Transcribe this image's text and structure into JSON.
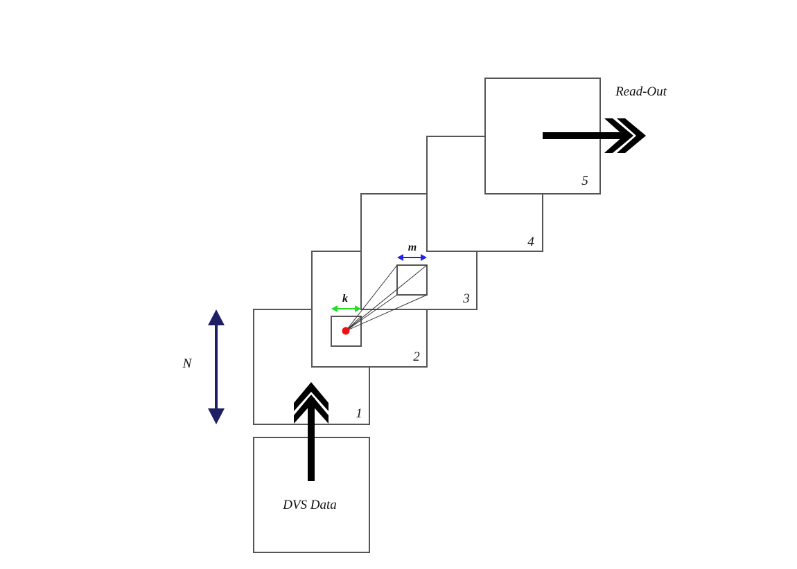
{
  "diagram": {
    "input_label": "DVS Data",
    "output_label": "Read-Out",
    "size_label": "N",
    "kernel_label": "k",
    "receptive_label": "m",
    "layers": [
      {
        "label": "1"
      },
      {
        "label": "2"
      },
      {
        "label": "3"
      },
      {
        "label": "4"
      },
      {
        "label": "5"
      }
    ]
  },
  "colors": {
    "box_stroke": "#555555",
    "n_arrow": "#1f1f66",
    "k_arrow": "#22dd22",
    "m_arrow": "#2222ee",
    "neuron_dot": "#ee1111",
    "flow_arrow": "#000000"
  }
}
